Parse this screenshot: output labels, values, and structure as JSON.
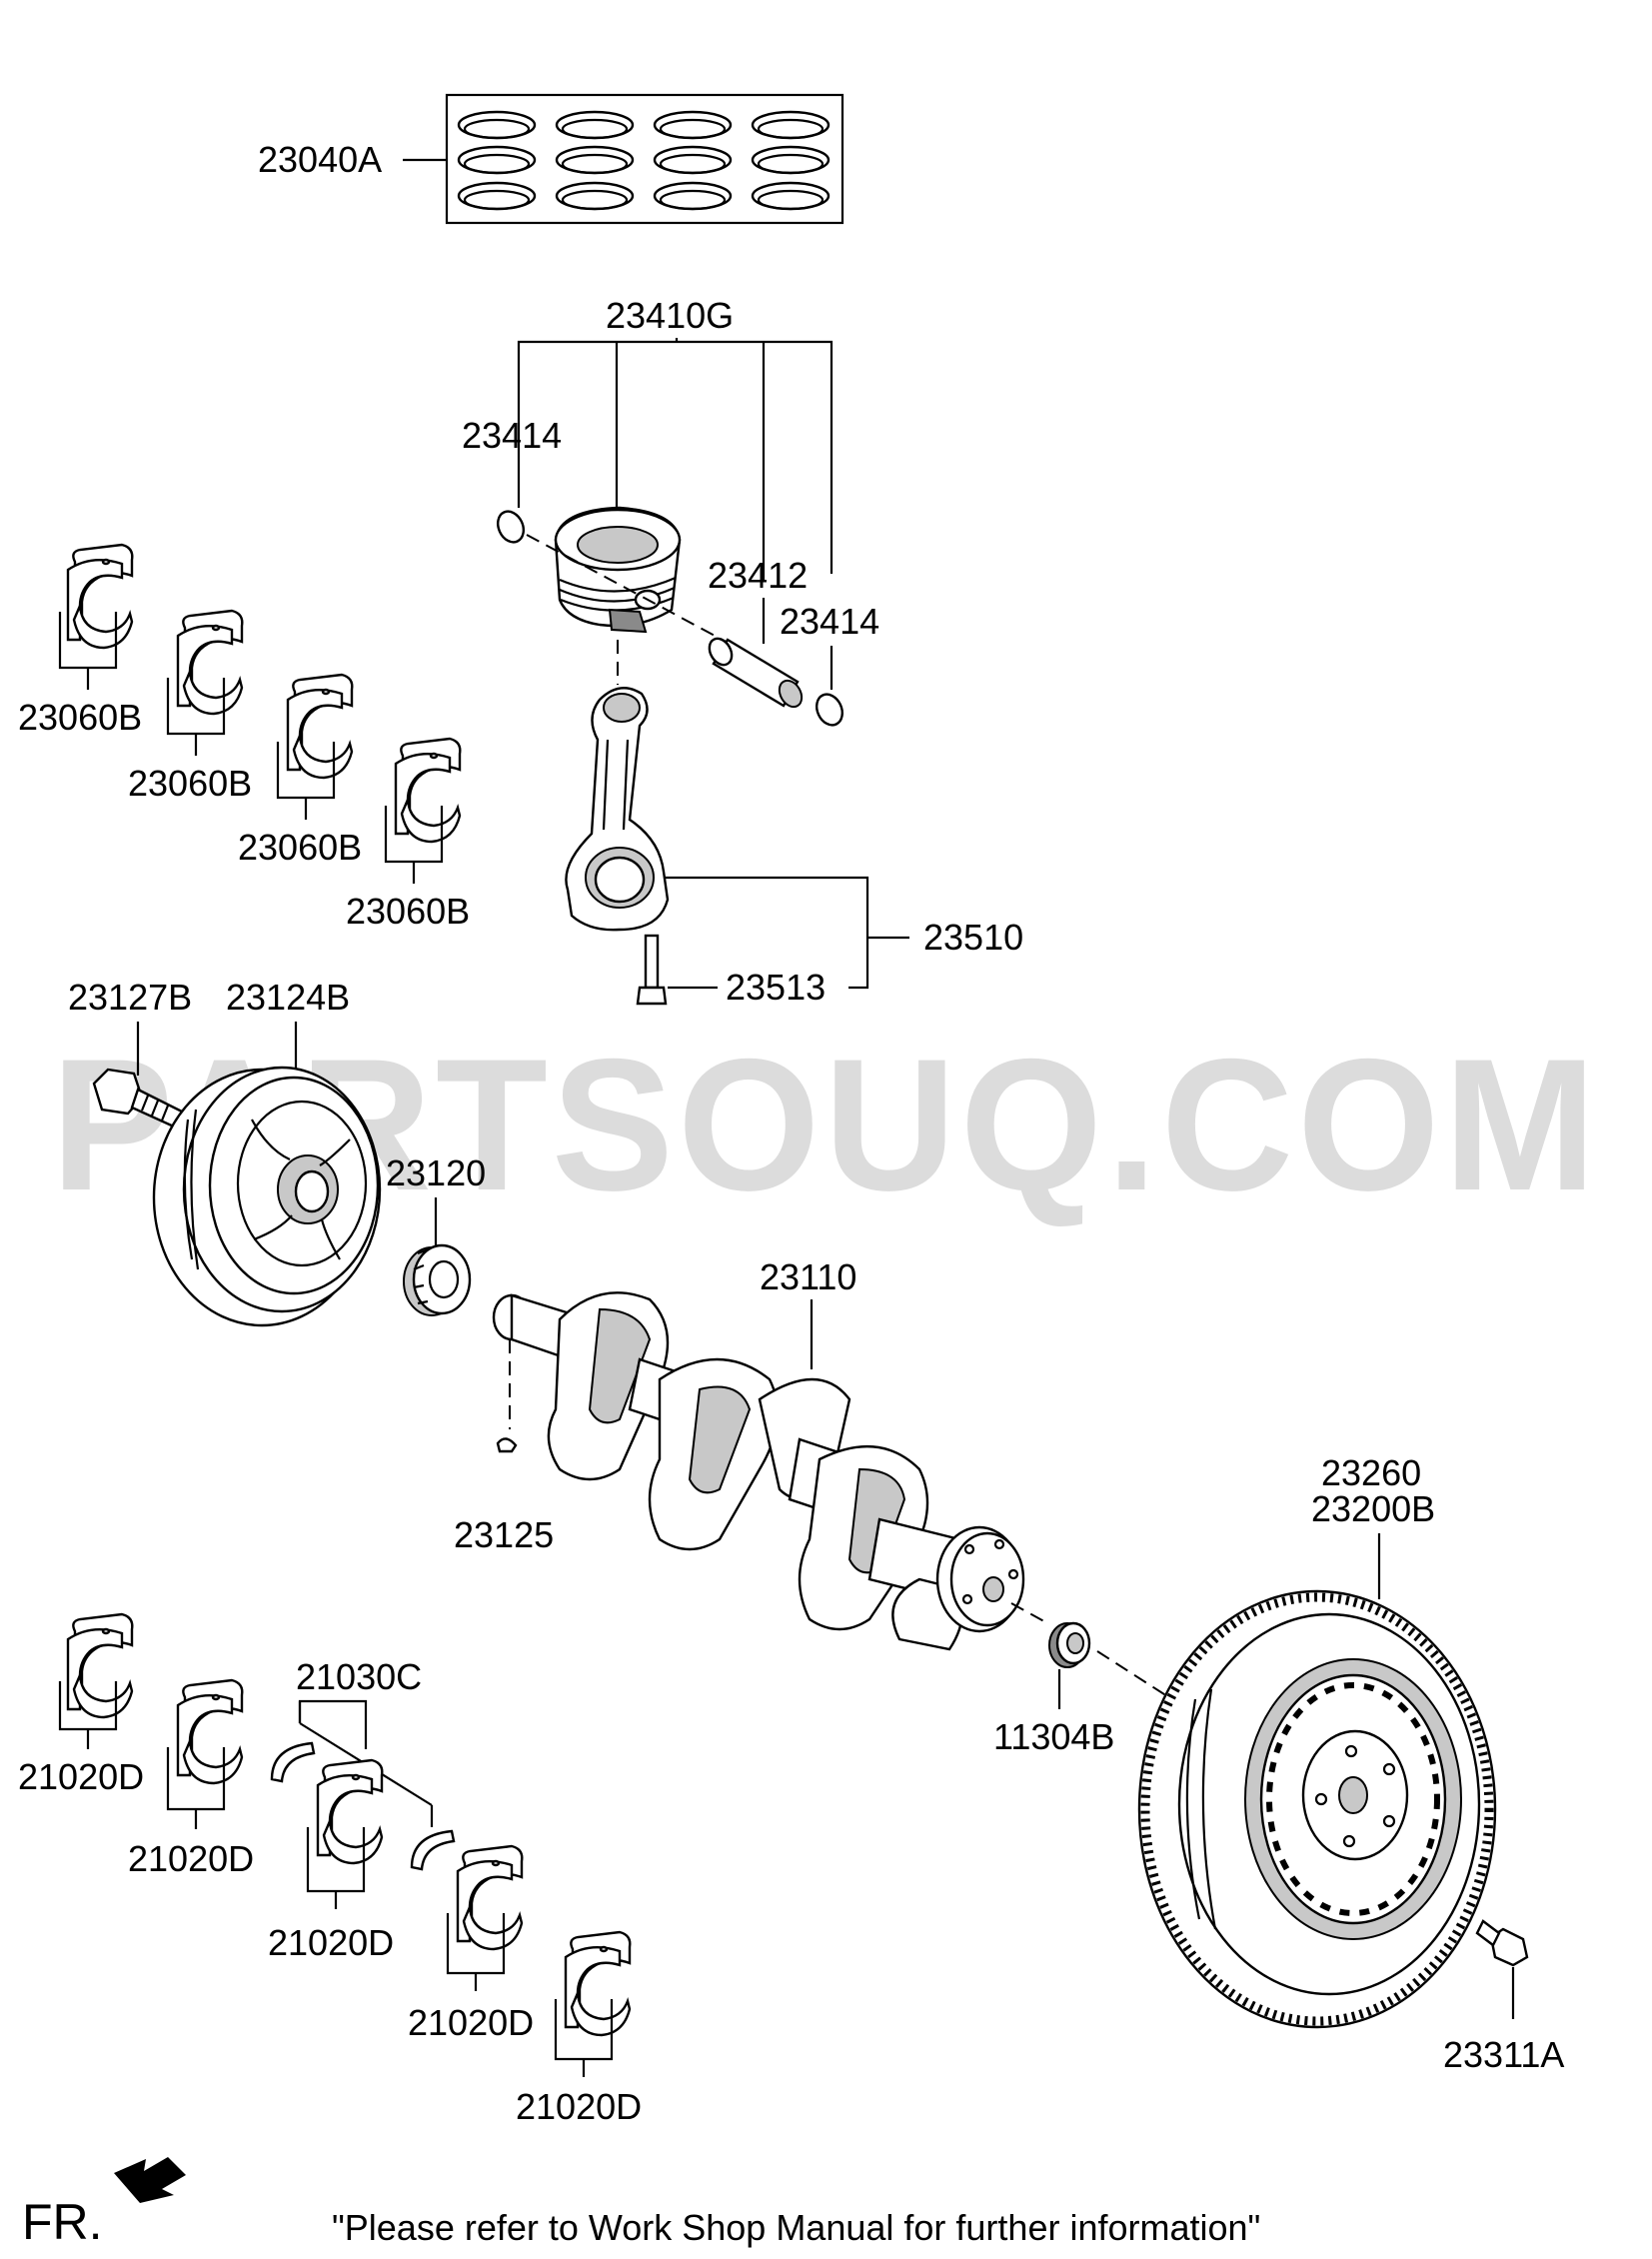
{
  "watermark": "PARTSOUQ.COM",
  "parts": [
    {
      "id": "23040A"
    },
    {
      "id": "23410G"
    },
    {
      "id": "23414"
    },
    {
      "id": "23412"
    },
    {
      "id": "23414"
    },
    {
      "id": "23060B"
    },
    {
      "id": "23060B"
    },
    {
      "id": "23060B"
    },
    {
      "id": "23060B"
    },
    {
      "id": "23510"
    },
    {
      "id": "23513"
    },
    {
      "id": "23127B"
    },
    {
      "id": "23124B"
    },
    {
      "id": "23120"
    },
    {
      "id": "23110"
    },
    {
      "id": "23125"
    },
    {
      "id": "23260"
    },
    {
      "id": "23200B"
    },
    {
      "id": "21030C"
    },
    {
      "id": "21020D"
    },
    {
      "id": "21020D"
    },
    {
      "id": "21020D"
    },
    {
      "id": "21020D"
    },
    {
      "id": "21020D"
    },
    {
      "id": "11304B"
    },
    {
      "id": "23311A"
    }
  ],
  "footer": {
    "direction": "FR.",
    "note": "\"Please refer to Work Shop Manual for further information\""
  }
}
